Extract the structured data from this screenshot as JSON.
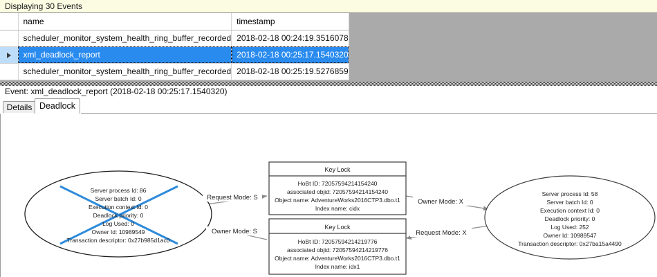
{
  "banner": {
    "text": "Displaying 30 Events"
  },
  "grid": {
    "columns": [
      "",
      "name",
      "timestamp"
    ],
    "rows": [
      {
        "selector": "",
        "name": "scheduler_monitor_system_health_ring_buffer_recorded",
        "timestamp": "2018-02-18 00:24:19.3516078",
        "selected": false
      },
      {
        "selector": "row-selector-arrow",
        "name": "xml_deadlock_report",
        "timestamp": "2018-02-18 00:25:17.1540320",
        "selected": true
      },
      {
        "selector": "",
        "name": "scheduler_monitor_system_health_ring_buffer_recorded",
        "timestamp": "2018-02-18 00:25:19.5276859",
        "selected": false
      }
    ]
  },
  "detail": {
    "event_header": "Event: xml_deadlock_report (2018-02-18 00:25:17.1540320)",
    "tabs": [
      {
        "label": "Details",
        "active": false
      },
      {
        "label": "Deadlock",
        "active": true
      }
    ]
  },
  "deadlock_graph": {
    "processes": [
      {
        "id": "process-left",
        "victim": true,
        "lines": [
          "Server process Id: 86",
          "Server batch Id: 0",
          "Execution context Id: 0",
          "Deadlock priority: 0",
          "Log Used: 0",
          "Owner Id: 10989549",
          "Transaction descriptor: 0x27b985d1ac0"
        ]
      },
      {
        "id": "process-right",
        "victim": false,
        "lines": [
          "Server process Id: 58",
          "Server batch Id: 0",
          "Execution context Id: 0",
          "Deadlock priority: 0",
          "Log Used: 252",
          "Owner Id: 10989547",
          "Transaction descriptor: 0x27ba15a4490"
        ]
      }
    ],
    "resources": [
      {
        "id": "key-lock-top",
        "title": "Key Lock",
        "lines": [
          "HoBt ID: 72057594214154240",
          "associated objid: 72057594214154240",
          "Object name: AdventureWorks2016CTP3.dbo.t1",
          "Index name: cidx"
        ]
      },
      {
        "id": "key-lock-bottom",
        "title": "Key Lock",
        "lines": [
          "HoBt ID: 72057594214219776",
          "associated objid: 72057594214219776",
          "Object name: AdventureWorks2016CTP3.dbo.t1",
          "Index name: idx1"
        ]
      }
    ],
    "edges": [
      {
        "id": "edge-left-request",
        "label": "Request Mode: S"
      },
      {
        "id": "edge-right-owner",
        "label": "Owner Mode: X"
      },
      {
        "id": "edge-left-owner",
        "label": "Owner Mode: S"
      },
      {
        "id": "edge-right-request",
        "label": "Request Mode: X"
      }
    ]
  },
  "colors": {
    "selection": "#2a8bef",
    "banner": "#fcfce3",
    "victim_cross": "#2e8bdb",
    "grid_filler": "#a9a9a9"
  }
}
